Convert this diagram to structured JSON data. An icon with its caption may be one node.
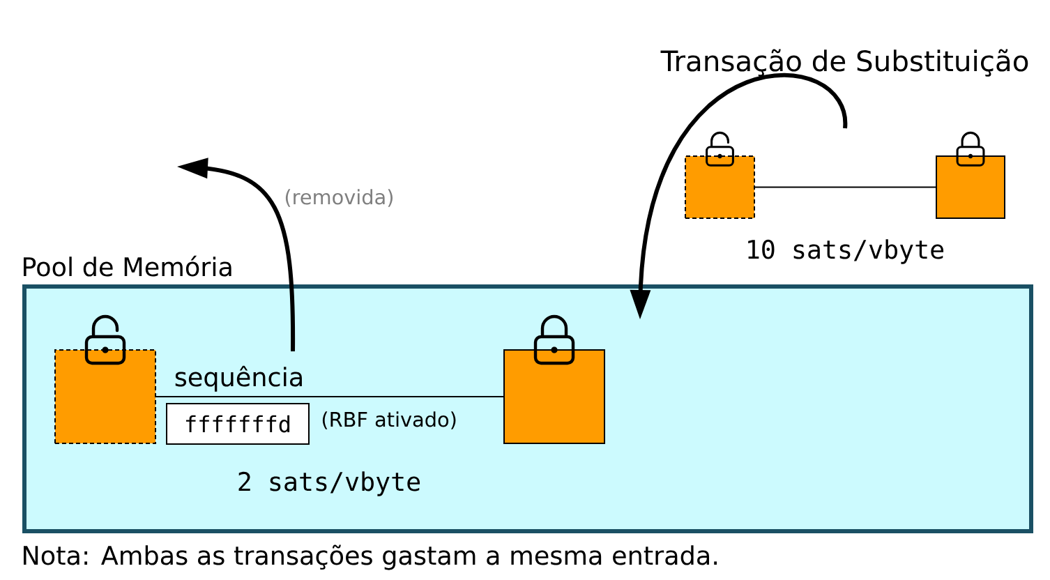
{
  "diagram": {
    "nodes": [
      {
        "text": [],
        "shape": "box"
      },
      {
        "text": [],
        "shape": "box"
      },
      {
        "text": [
          "Pool de Memória"
        ]
      },
      {
        "text": [],
        "shape": "box",
        "in": 2
      },
      {
        "text": [
          "fffffffd"
        ],
        "beside": [
          "(RBF ativado)"
        ],
        "in": 2
      },
      {
        "text": [],
        "shape": "box",
        "in": 2
      }
    ],
    "edges": [
      {
        "from": 0,
        "to": 1,
        "arrow": "none"
      },
      {
        "from": null,
        "to": 2,
        "arrow": "to",
        "style": "thick"
      },
      {
        "from": 2,
        "to": null,
        "arrow": "to",
        "label": "(removida)",
        "style": "thick"
      },
      {
        "from": 3,
        "to": 5,
        "arrow": "none",
        "label": "sequência"
      }
    ],
    "labels": [
      "Transação de Substituição",
      "10 sats/vbyte",
      "2 sats/vbyte",
      "Nota: Ambas as transações gastam a mesma entrada."
    ]
  }
}
